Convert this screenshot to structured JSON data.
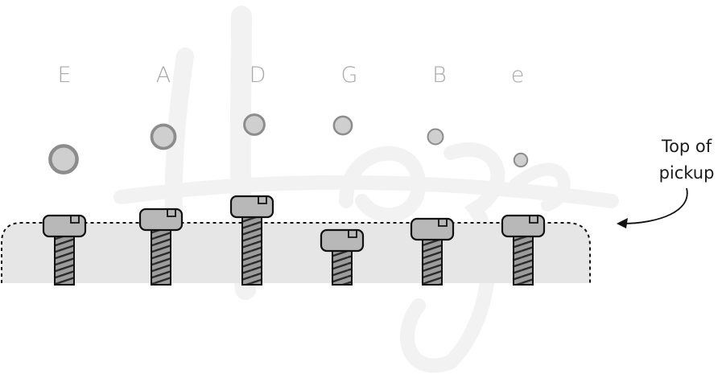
{
  "diagram": {
    "callout": {
      "line1": "Top of",
      "line2": "pickup"
    },
    "watermark": {
      "text": "Haze",
      "color": "#f2f2f2"
    },
    "colors": {
      "pickup_fill": "#e6e6e6",
      "pickup_outline": "#111111",
      "screw_head": "#b8b8b8",
      "screw_thread": "#9a9a9a",
      "string_ring": "#8c8c8c",
      "string_core": "#cfcfcf",
      "label": "#a8a8a8"
    },
    "strings": [
      {
        "label": "E",
        "gauge": 3,
        "screw_height": 1
      },
      {
        "label": "A",
        "gauge": 2.5,
        "screw_height": 2
      },
      {
        "label": "D",
        "gauge": 2,
        "screw_height": 3
      },
      {
        "label": "G",
        "gauge": 1.7,
        "screw_height": 0
      },
      {
        "label": "B",
        "gauge": 1.3,
        "screw_height": 1
      },
      {
        "label": "e",
        "gauge": 1,
        "screw_height": 1
      }
    ]
  }
}
